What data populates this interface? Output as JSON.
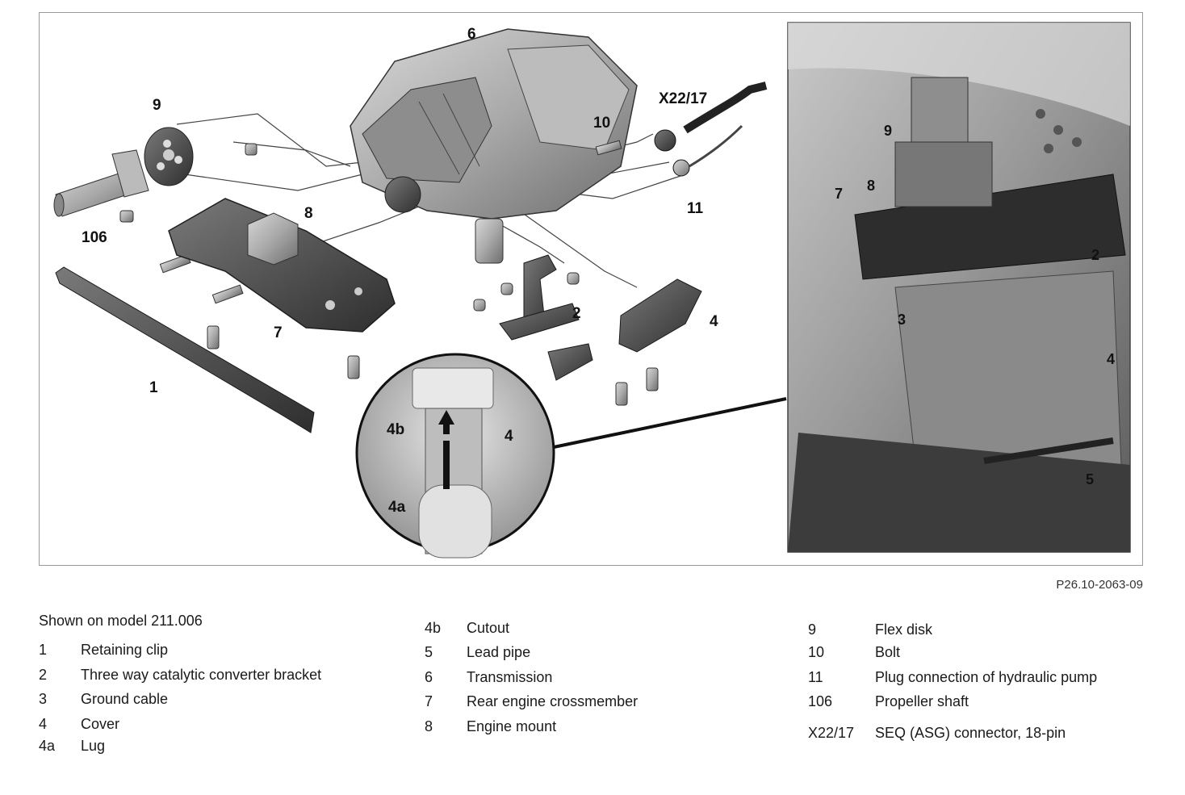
{
  "figure": {
    "reference": "P26.10-2063-09",
    "callouts": {
      "c6": "6",
      "c9": "9",
      "c10": "10",
      "cX2217": "X22/17",
      "c11": "11",
      "c106": "106",
      "c8": "8",
      "c7": "7",
      "c2": "2",
      "c4": "4",
      "c1": "1",
      "c4b": "4b",
      "c4a": "4a",
      "c4inset": "4",
      "p9": "9",
      "p8": "8",
      "p7": "7",
      "p2": "2",
      "p3": "3",
      "p4": "4",
      "p5": "5"
    }
  },
  "caption": {
    "title": "Shown on model 211.006",
    "legend": [
      {
        "num": "1",
        "desc": "Retaining clip"
      },
      {
        "num": "2",
        "desc": "Three way catalytic converter bracket"
      },
      {
        "num": "3",
        "desc": "Ground cable"
      },
      {
        "num": "4",
        "desc": "Cover"
      },
      {
        "num": "4a",
        "desc": "Lug"
      },
      {
        "num": "4b",
        "desc": "Cutout"
      },
      {
        "num": "5",
        "desc": "Lead pipe"
      },
      {
        "num": "6",
        "desc": "Transmission"
      },
      {
        "num": "7",
        "desc": "Rear engine crossmember"
      },
      {
        "num": "8",
        "desc": "Engine mount"
      },
      {
        "num": "9",
        "desc": "Flex disk"
      },
      {
        "num": "10",
        "desc": "Bolt"
      },
      {
        "num": "11",
        "desc": "Plug connection of hydraulic pump"
      },
      {
        "num": "106",
        "desc": "Propeller shaft"
      },
      {
        "num": "X22/17",
        "desc": "SEQ (ASG) connector, 18-pin"
      }
    ]
  }
}
